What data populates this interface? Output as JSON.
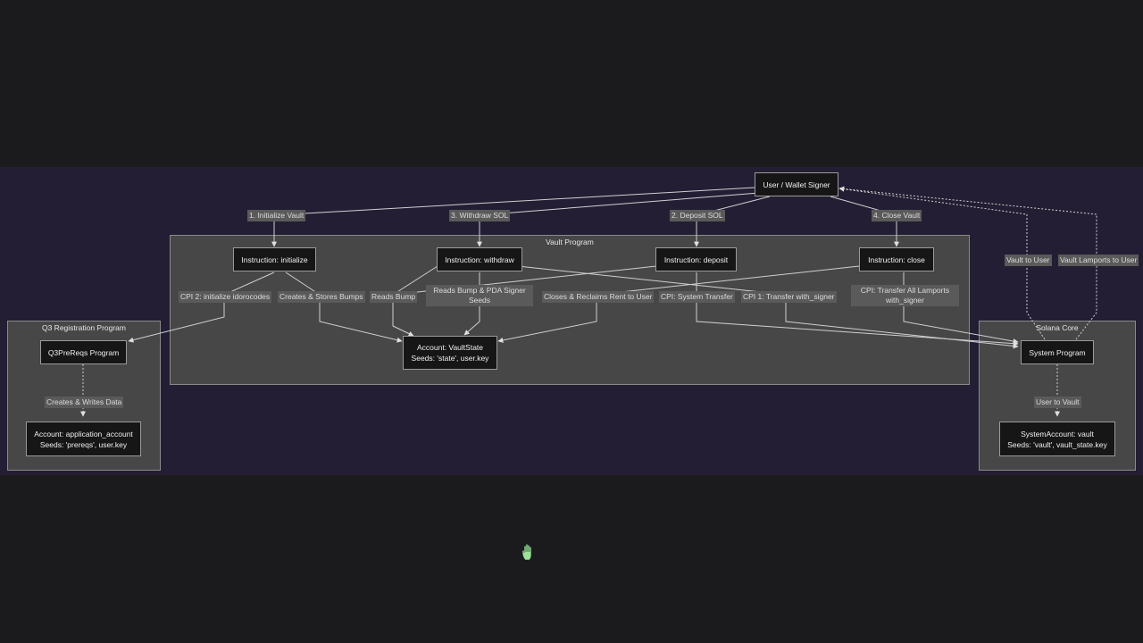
{
  "diagram": {
    "groups": {
      "vault_program": "Vault Program",
      "q3_registration": "Q3 Registration Program",
      "solana_core": "Solana Core"
    },
    "nodes": {
      "user_wallet": "User / Wallet Signer",
      "ix_initialize": "Instruction: initialize",
      "ix_withdraw": "Instruction: withdraw",
      "ix_deposit": "Instruction: deposit",
      "ix_close": "Instruction: close",
      "vault_state": {
        "line1": "Account: VaultState",
        "line2": "Seeds: 'state', user.key"
      },
      "q3prereqs": "Q3PreReqs Program",
      "application_account": {
        "line1": "Account: application_account",
        "line2": "Seeds: 'prereqs', user.key"
      },
      "system_program": "System Program",
      "system_account": {
        "line1": "SystemAccount: vault",
        "line2": "Seeds: 'vault', vault_state.key"
      }
    },
    "edge_labels": {
      "initialize_vault": "1. Initialize Vault",
      "withdraw_sol": "3. Withdraw SOL",
      "deposit_sol": "2. Deposit SOL",
      "close_vault": "4. Close Vault",
      "cpi2": "CPI 2: initialize idorocodes",
      "creates_stores_bumps": "Creates & Stores Bumps",
      "reads_bump": "Reads Bump",
      "reads_bump_pda": "Reads Bump & PDA Signer Seeds",
      "closes_reclaims": "Closes & Reclaims Rent to User",
      "cpi_system_transfer": "CPI: System Transfer",
      "cpi1_transfer": "CPI 1: Transfer with_signer",
      "cpi_transfer_all": "CPI: Transfer All Lamports with_signer",
      "vault_to_user": "Vault to User",
      "vault_lamports_to_user": "Vault Lamports to User",
      "creates_writes_data": "Creates & Writes Data",
      "user_to_vault": "User to Vault"
    },
    "colors": {
      "background": "#1b1b1d",
      "band": "#241e34",
      "group_fill": "#474747",
      "node_fill": "#161616",
      "edge": "#d0d0d0",
      "cursor": "#9be39b"
    }
  }
}
